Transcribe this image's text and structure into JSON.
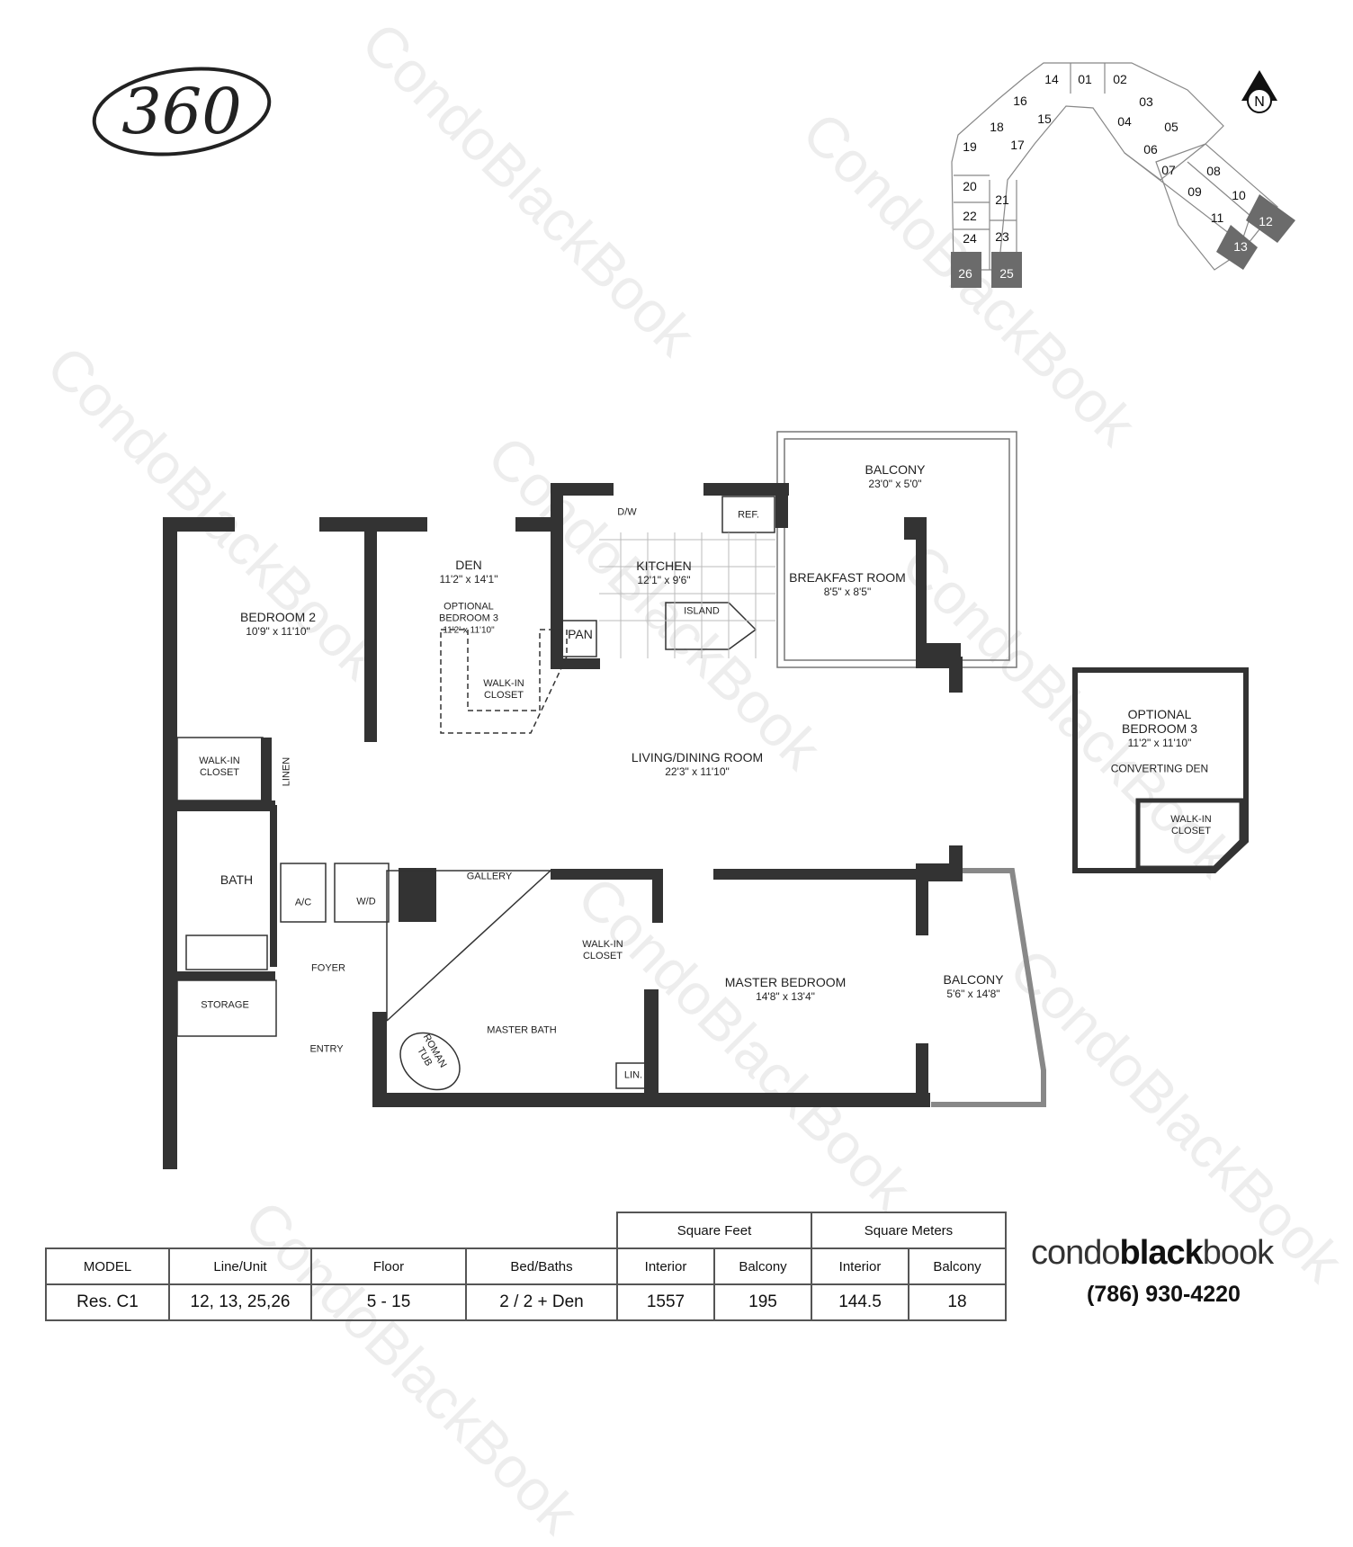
{
  "logo": {
    "text": "360"
  },
  "watermark": "CondoBlackBook",
  "compass": {
    "label": "N"
  },
  "keyplan": {
    "units": [
      "14",
      "01",
      "02",
      "16",
      "03",
      "15",
      "04",
      "18",
      "05",
      "17",
      "19",
      "06",
      "07",
      "08",
      "20",
      "21",
      "09",
      "10",
      "22",
      "11",
      "12",
      "24",
      "23",
      "13",
      "26",
      "25"
    ],
    "highlighted_units": [
      "12",
      "13",
      "25",
      "26"
    ],
    "highlight_color": "#6b6b6b"
  },
  "rooms": {
    "balcony_top": {
      "name": "BALCONY",
      "dim": "23'0\" x 5'0\""
    },
    "den": {
      "name": "DEN",
      "dim": "11'2\" x 14'1\"",
      "optional": "OPTIONAL",
      "optional2": "BEDROOM 3",
      "optional_dim": "11'2' x 11'10\""
    },
    "kitchen": {
      "name": "KITCHEN",
      "dim": "12'1\" x 9'6\"",
      "dw": "D/W",
      "ref": "REF.",
      "island": "ISLAND",
      "pan": "PAN"
    },
    "breakfast": {
      "name": "BREAKFAST ROOM",
      "dim": "8'5\" x 8'5\""
    },
    "bedroom2": {
      "name": "BEDROOM 2",
      "dim": "10'9\" x 11'10\""
    },
    "den_closet": {
      "l1": "WALK-IN",
      "l2": "CLOSET"
    },
    "bed2_closet": {
      "l1": "WALK-IN",
      "l2": "CLOSET"
    },
    "linen": "LINEN",
    "living": {
      "name": "LIVING/DINING ROOM",
      "dim": "22'3\" x 11'10\""
    },
    "bath": "BATH",
    "ac": "A/C",
    "wd": "W/D",
    "gallery": "GALLERY",
    "foyer": "FOYER",
    "storage": "STORAGE",
    "entry": "ENTRY",
    "master_closet": {
      "l1": "WALK-IN",
      "l2": "CLOSET"
    },
    "master_bath": "MASTER BATH",
    "roman_tub": {
      "l1": "ROMAN",
      "l2": "TUB"
    },
    "lin": "LIN.",
    "master_bedroom": {
      "name": "MASTER BEDROOM",
      "dim": "14'8\" x 13'4\""
    },
    "balcony_side": {
      "name": "BALCONY",
      "dim": "5'6\" x 14'8\""
    }
  },
  "optional_inset": {
    "l1": "OPTIONAL",
    "l2": "BEDROOM 3",
    "dim": "11'2\" x 11'10\"",
    "note": "CONVERTING DEN",
    "closet1": "WALK-IN",
    "closet2": "CLOSET"
  },
  "spec_table": {
    "group_headers": [
      "Square Feet",
      "Square Meters"
    ],
    "headers": [
      "MODEL",
      "Line/Unit",
      "Floor",
      "Bed/Baths",
      "Interior",
      "Balcony",
      "Interior",
      "Balcony"
    ],
    "values": [
      "Res. C1",
      "12, 13, 25,26",
      "5 - 15",
      "2 / 2 + Den",
      "1557",
      "195",
      "144.5",
      "18"
    ]
  },
  "brand": {
    "part1": "condo",
    "part2": "black",
    "part3": "book",
    "phone": "(786) 930-4220"
  }
}
